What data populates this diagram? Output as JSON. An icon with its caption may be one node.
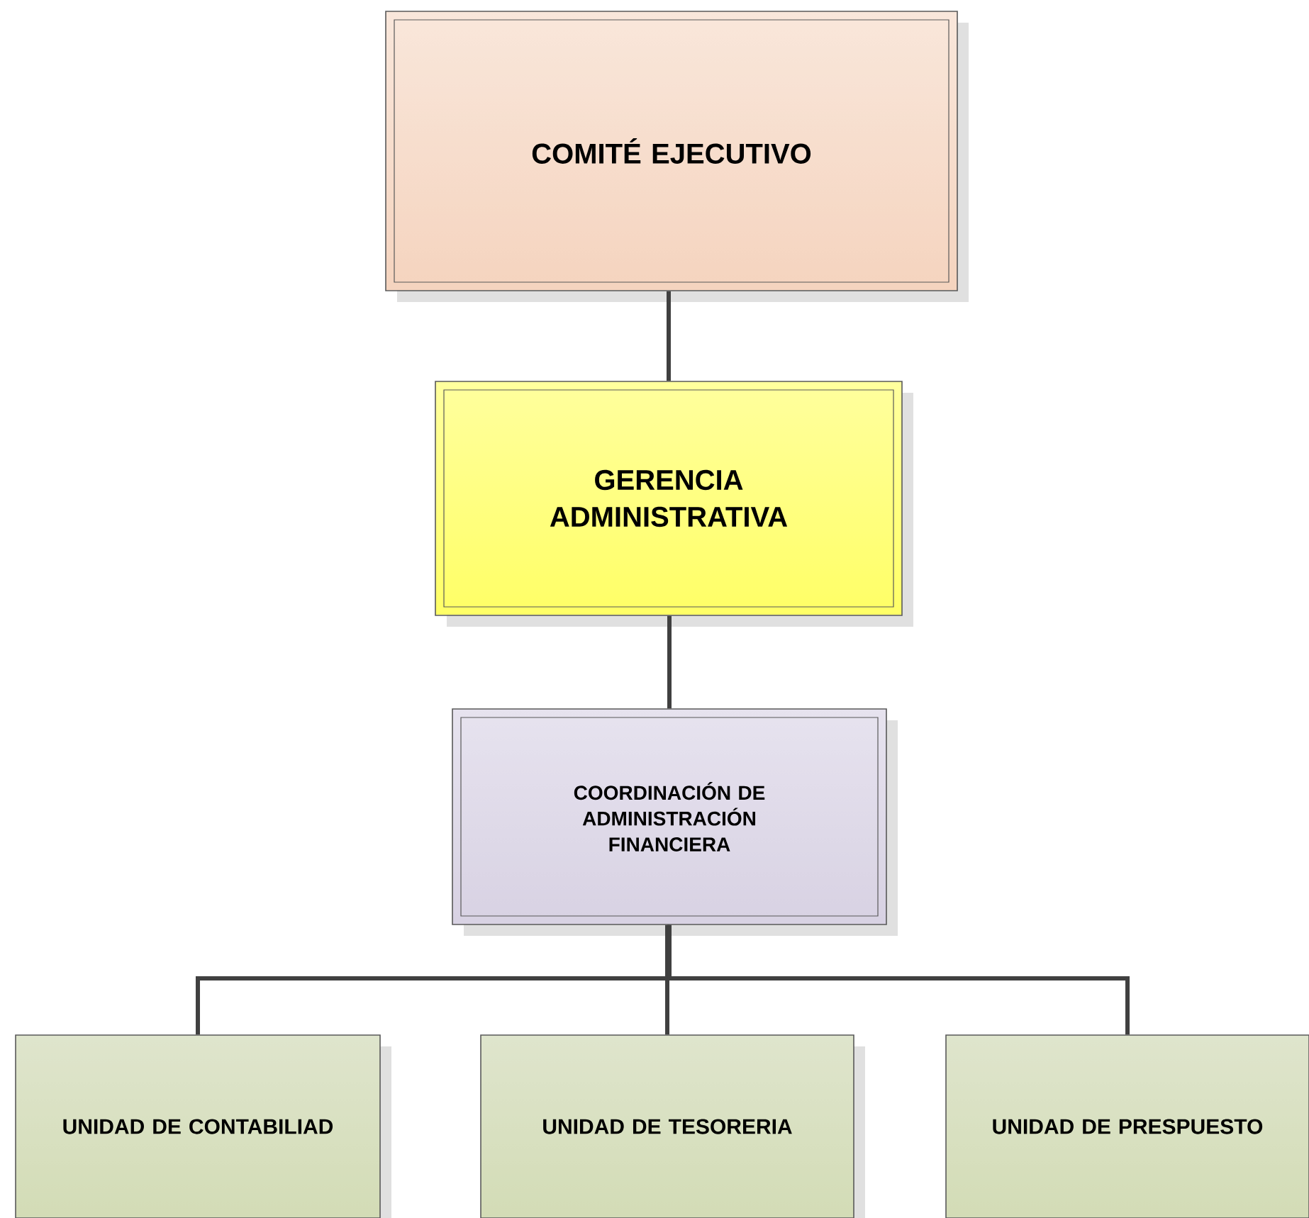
{
  "diagram": {
    "nodes": [
      {
        "text": [
          "COMITÉ EJECUTIVO"
        ]
      },
      {
        "text": [
          "GERENCIA ADMINISTRATIVA"
        ]
      },
      {
        "text": [
          "COORDINACIÓN DE ADMINISTRACIÓN FINANCIERA"
        ]
      },
      {
        "text": [
          "UNIDAD DE CONTABILIAD"
        ]
      },
      {
        "text": [
          "UNIDAD DE TESORERIA"
        ]
      },
      {
        "text": [
          "UNIDAD DE PRESPUESTO"
        ]
      }
    ],
    "edges": [
      {
        "from": 0,
        "to": 1,
        "arrow": "none"
      },
      {
        "from": 1,
        "to": 2,
        "arrow": "none"
      },
      {
        "from": 2,
        "to": 3,
        "arrow": "none"
      },
      {
        "from": 2,
        "to": 4,
        "arrow": "none"
      },
      {
        "from": 2,
        "to": 5,
        "arrow": "none"
      }
    ]
  }
}
